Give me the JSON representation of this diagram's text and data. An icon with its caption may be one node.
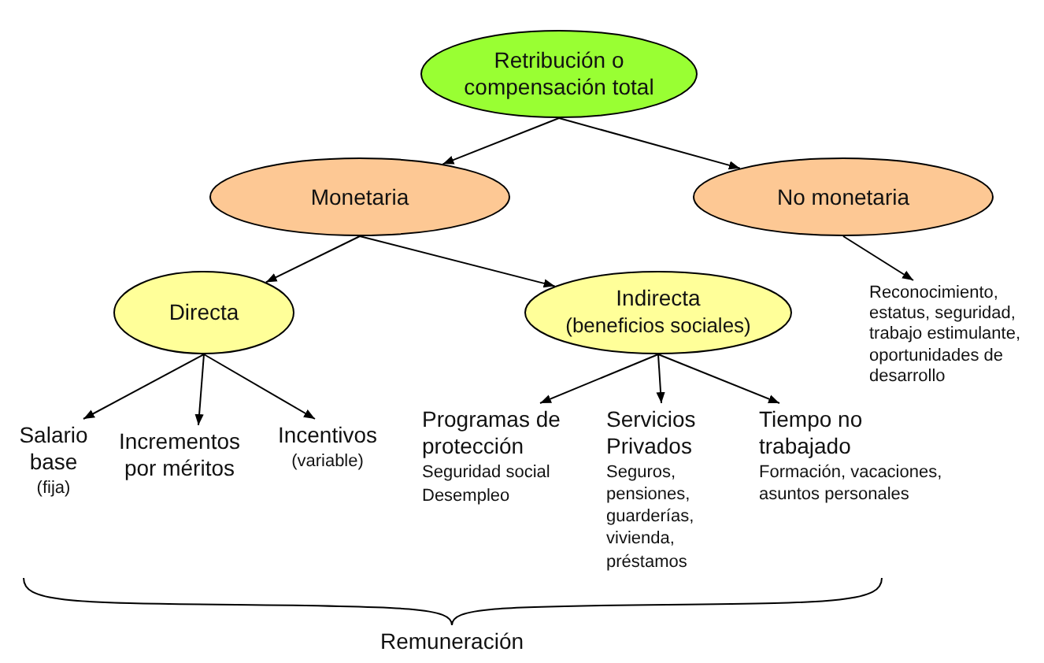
{
  "diagram": {
    "nodes": [
      {
        "text": [
          "Retribución o compensación total"
        ]
      },
      {
        "text": [
          "Monetaria"
        ]
      },
      {
        "text": [
          "No monetaria"
        ]
      },
      {
        "text": [
          "Directa"
        ]
      },
      {
        "text": [
          "Indirecta",
          "(beneficios sociales)"
        ]
      },
      {
        "text": [
          "Reconocimiento, estatus, seguridad, trabajo estimulante, oportunidades de desarrollo"
        ]
      },
      {
        "text": [
          "Salario base",
          "(fija)"
        ]
      },
      {
        "text": [
          "Incrementos por méritos"
        ]
      },
      {
        "text": [
          "Incentivos",
          "(variable)"
        ]
      },
      {
        "text": [
          "Programas de protección",
          "Seguridad social",
          "Desempleo"
        ]
      },
      {
        "text": [
          "Servicios Privados",
          "Seguros, pensiones, guarderías, vivienda, préstamos"
        ]
      },
      {
        "text": [
          "Tiempo no trabajado",
          "Formación, vacaciones, asuntos personales"
        ]
      }
    ],
    "edges": [
      {
        "from": 0,
        "to": 1,
        "arrow": "to"
      },
      {
        "from": 0,
        "to": 2,
        "arrow": "to"
      },
      {
        "from": 1,
        "to": 3,
        "arrow": "to"
      },
      {
        "from": 1,
        "to": 4,
        "arrow": "to"
      },
      {
        "from": 2,
        "to": 5,
        "arrow": "to"
      },
      {
        "from": 3,
        "to": 6,
        "arrow": "to"
      },
      {
        "from": 3,
        "to": 7,
        "arrow": "to"
      },
      {
        "from": 3,
        "to": 8,
        "arrow": "to"
      },
      {
        "from": 4,
        "to": 9,
        "arrow": "to"
      },
      {
        "from": 4,
        "to": 10,
        "arrow": "to"
      },
      {
        "from": 4,
        "to": 11,
        "arrow": "to"
      }
    ],
    "labels": [
      "Remuneración"
    ]
  }
}
